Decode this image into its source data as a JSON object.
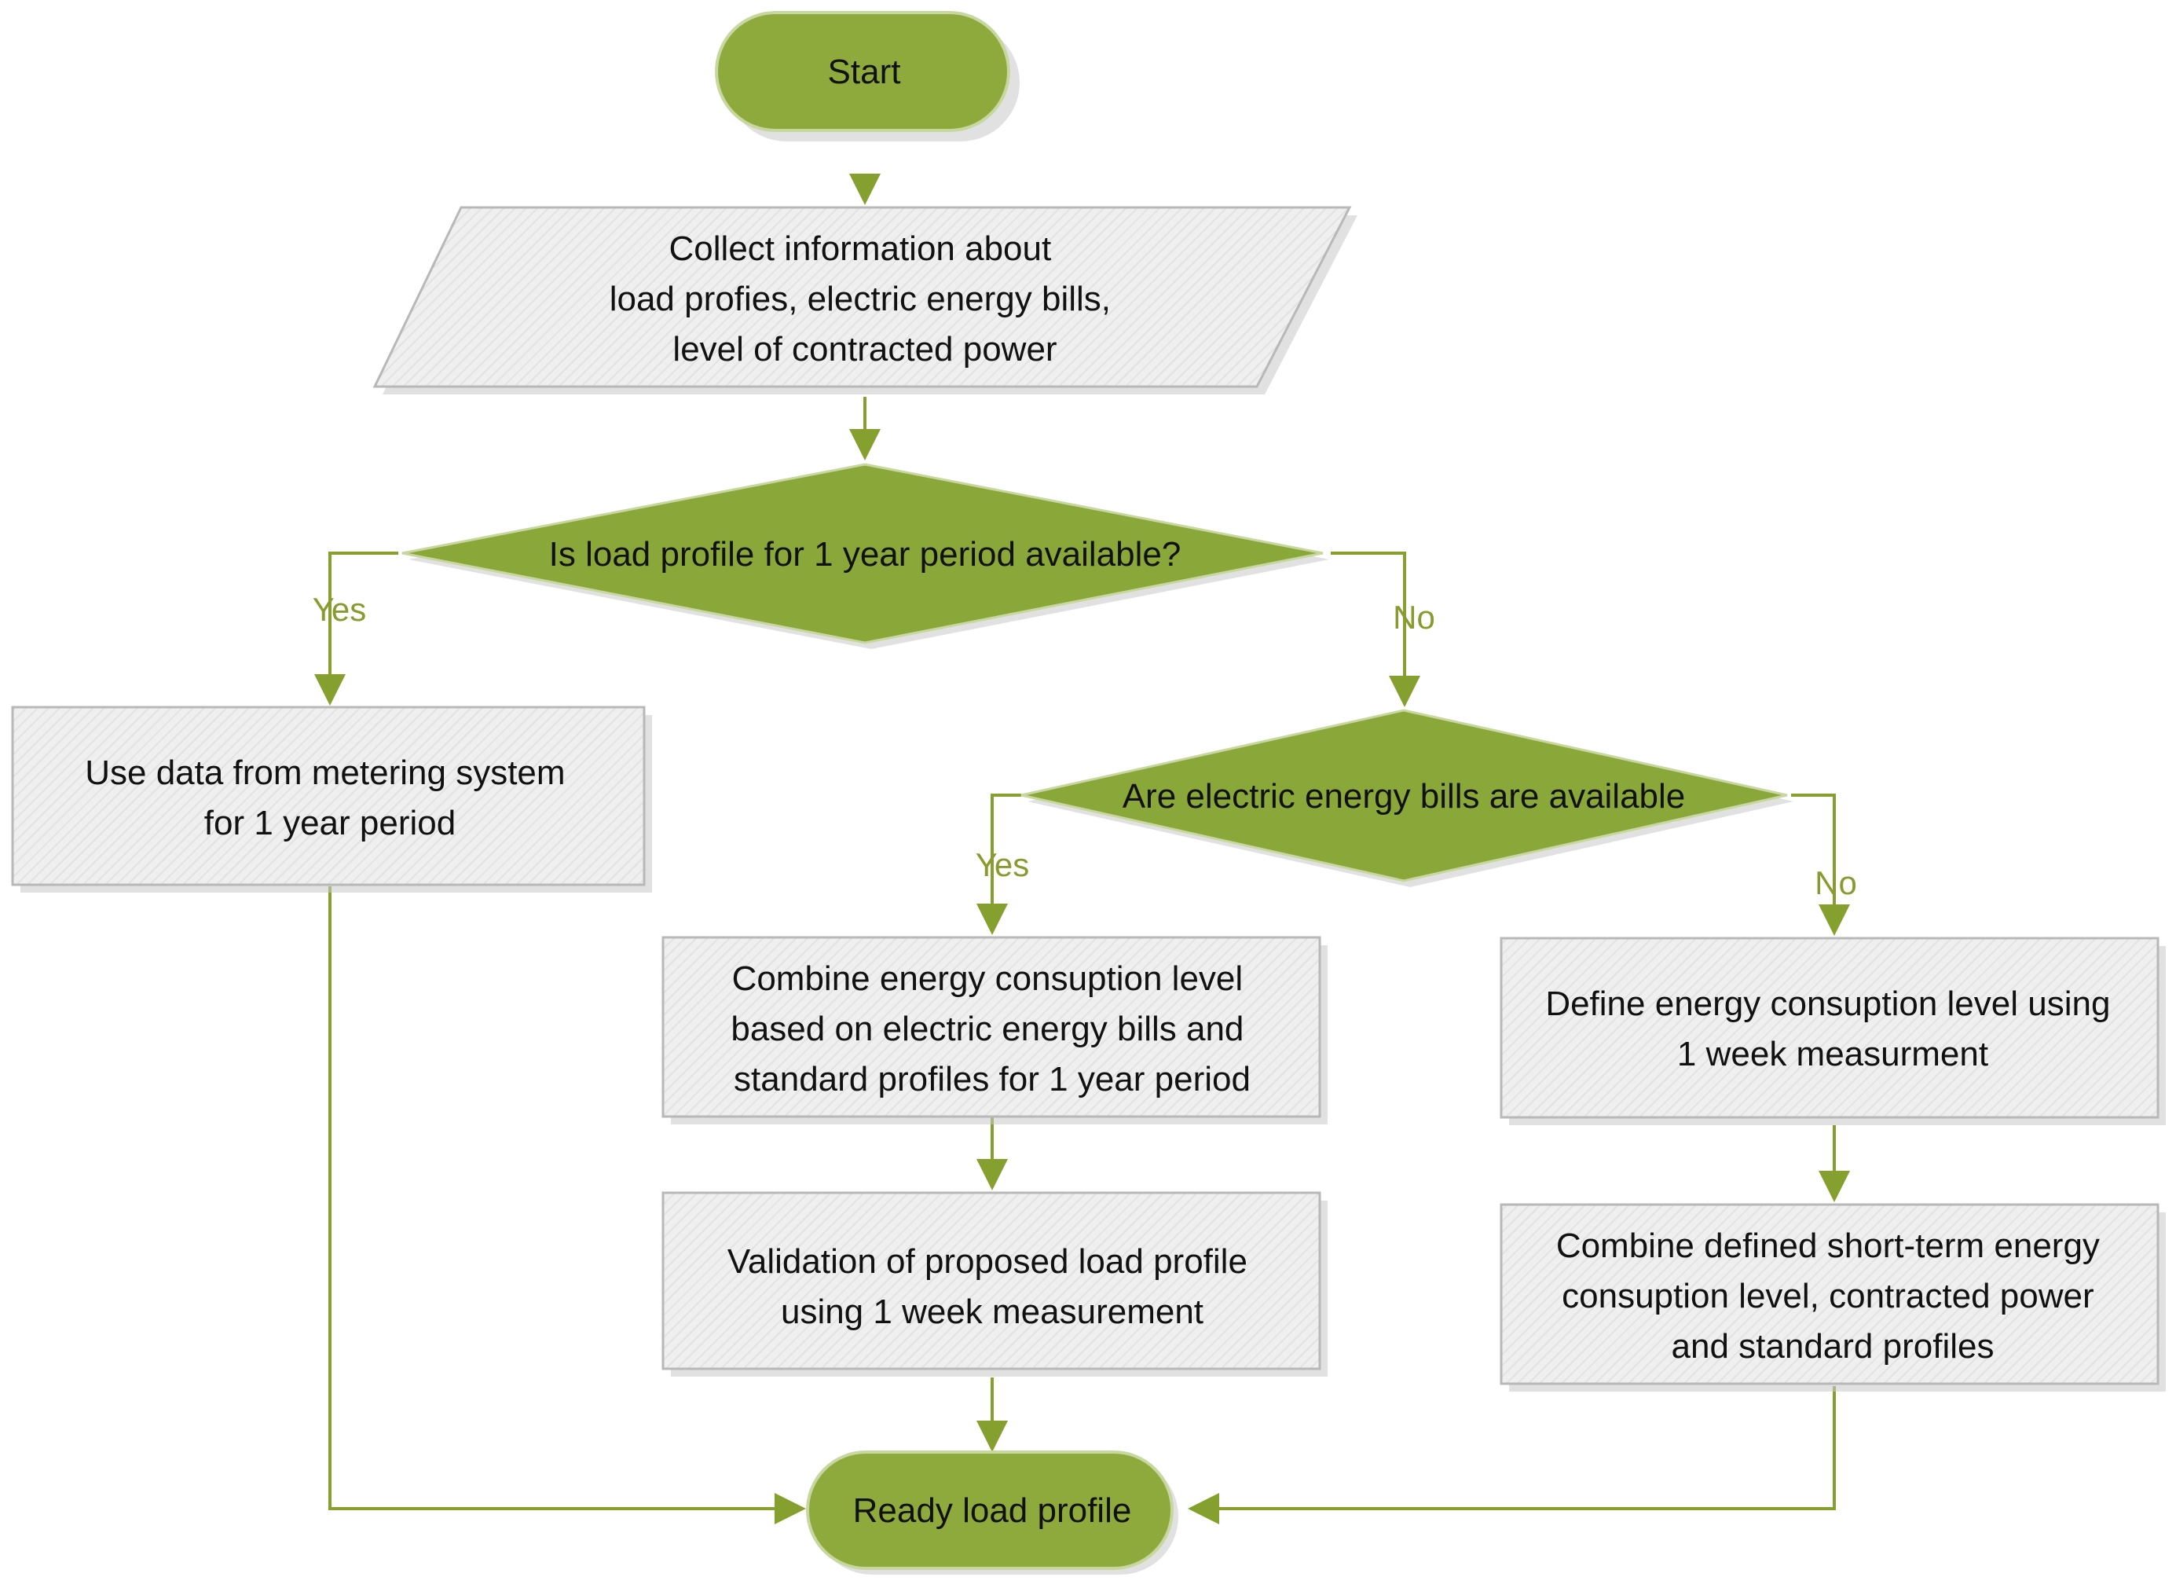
{
  "colors": {
    "terminal_fill": "#8faa3c",
    "decision_fill": "#8aa83a",
    "process_fill": "#eeeeee",
    "process_stroke": "#b8b8b8",
    "connector": "#86a030",
    "edge_label": "#8a9a30"
  },
  "nodes": {
    "start": {
      "lines": [
        "Start"
      ]
    },
    "collect": {
      "lines": [
        "Collect information about",
        "load profies, electric energy bills,",
        "level of contracted power"
      ]
    },
    "decision1": {
      "lines": [
        "Is load profile for 1 year period available?"
      ]
    },
    "use_data": {
      "lines": [
        "Use data from metering system",
        "for 1 year period"
      ]
    },
    "decision2": {
      "lines": [
        "Are electric energy bills are available"
      ]
    },
    "combine_bills": {
      "lines": [
        "Combine energy consuption level",
        "based on electric energy bills and",
        "standard profiles for 1 year period"
      ]
    },
    "validation": {
      "lines": [
        "Validation of proposed load profile",
        "using 1 week measurement"
      ]
    },
    "define_week": {
      "lines": [
        "Define energy consuption level using",
        "1 week measurment"
      ]
    },
    "combine_defined": {
      "lines": [
        "Combine defined short-term energy",
        "consuption level, contracted power",
        "and standard profiles"
      ]
    },
    "ready": {
      "lines": [
        "Ready load profile"
      ]
    }
  },
  "edge_labels": {
    "d1_yes": "Yes",
    "d1_no": "No",
    "d2_yes": "Yes",
    "d2_no": "No"
  }
}
